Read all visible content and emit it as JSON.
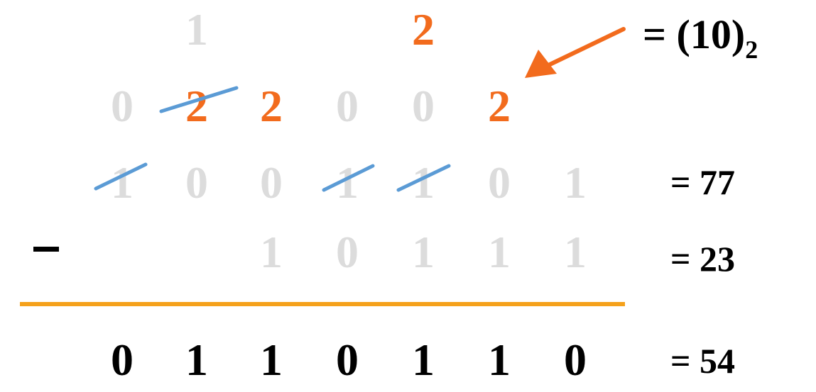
{
  "colors": {
    "faint_digit": "#dcdcdc",
    "borrow_digit": "#f26b1d",
    "result_digit": "#000000",
    "strike_line": "#5b9bd5",
    "arrow": "#f26b1d",
    "rule": "#f5a11b"
  },
  "borrow_row_top": [
    "1",
    "2"
  ],
  "borrow_row_mid": [
    "0",
    "2",
    "2",
    "0",
    "0",
    "2"
  ],
  "minuend": {
    "digits": [
      "1",
      "0",
      "0",
      "1",
      "1",
      "0",
      "1"
    ],
    "equals": "= 77"
  },
  "subtrahend": {
    "operator": "−",
    "digits": [
      "1",
      "0",
      "1",
      "1",
      "1"
    ],
    "equals": "= 23"
  },
  "result": {
    "digits": [
      "0",
      "1",
      "1",
      "0",
      "1",
      "1",
      "0"
    ],
    "equals": "= 54"
  },
  "annotation": {
    "main": "= (10)",
    "subscript": "2"
  }
}
